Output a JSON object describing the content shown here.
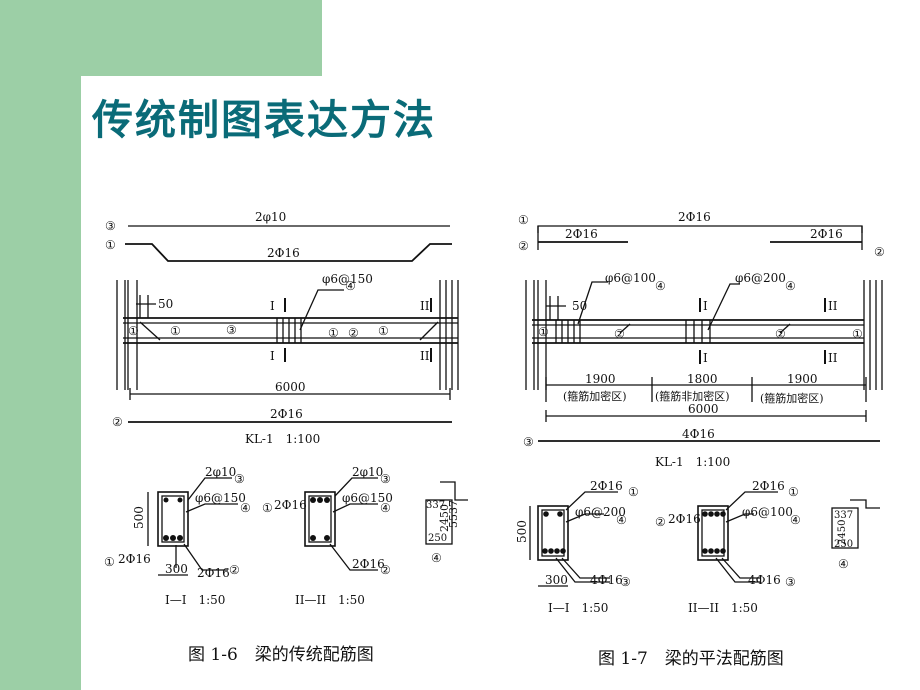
{
  "slide": {
    "title": "传统制图表达方法"
  },
  "fig6": {
    "caption": "图 1-6　梁的传统配筋图",
    "bar3_top": "2φ10",
    "bar1_top": "2Φ16",
    "stirrup": "φ6@150",
    "dim_50": "50",
    "sec1": "I",
    "sec2": "II",
    "span": "6000",
    "bottom_bar": "2Φ16",
    "beam_name": "KL-1　1:100",
    "s1_top": "2φ10",
    "s1_stir": "φ6@150",
    "s1_bot": "2Φ16",
    "s1_bot2": "2Φ16",
    "s1_h": "500",
    "s1_w": "300",
    "s1_title": "I—I　1:50",
    "s2_top": "2φ10",
    "s2_left": "2Φ16",
    "s2_stir": "φ6@150",
    "s2_bot": "2Φ16",
    "s2_title": "II—II　1:50",
    "detail_a": "337",
    "detail_b": "2450",
    "detail_c": "5537",
    "detail_d": "250"
  },
  "fig7": {
    "caption": "图 1-7　梁的平法配筋图",
    "top_bar": "2Φ16",
    "left_bar": "2Φ16",
    "right_bar": "2Φ16",
    "stirrup_a": "φ6@100",
    "stirrup_b": "φ6@200",
    "dim_50": "50",
    "seg1": "1900",
    "seg2": "1800",
    "seg3": "1900",
    "zone1": "(箍筋加密区)",
    "zone2": "(箍筋非加密区)",
    "zone3": "(箍筋加密区)",
    "span": "6000",
    "bottom_bar": "4Φ16",
    "beam_name": "KL-1　1:100",
    "s1_top": "2Φ16",
    "s1_stir": "φ6@200",
    "s1_bot": "4Φ16",
    "s1_h": "500",
    "s1_w": "300",
    "s1_title": "I—I　1:50",
    "s2_top": "2Φ16",
    "s2_left": "2Φ16",
    "s2_stir": "φ6@100",
    "s2_bot": "4Φ16",
    "s2_title": "II—II　1:50",
    "detail_a": "337",
    "detail_b": "2450",
    "detail_c": "250"
  },
  "marks": {
    "m1": "①",
    "m2": "②",
    "m3": "③",
    "m4": "④"
  }
}
